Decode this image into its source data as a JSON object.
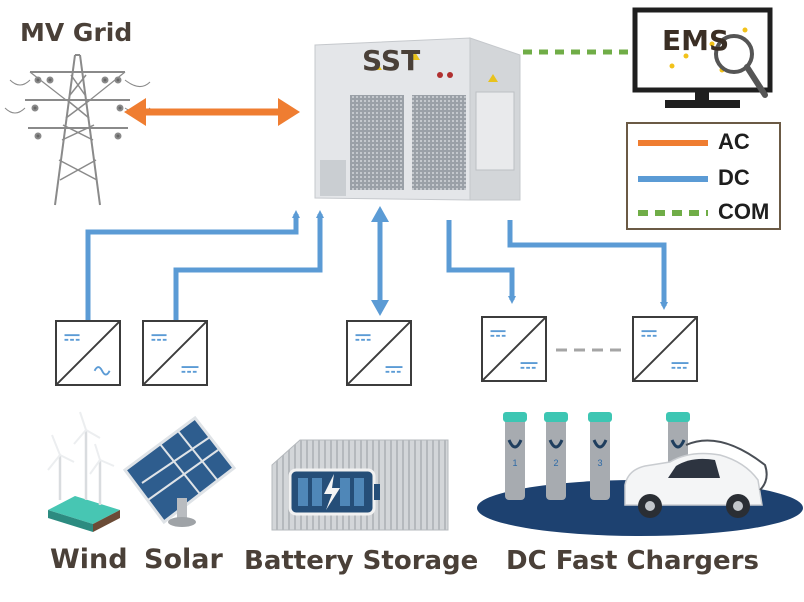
{
  "labels": {
    "mv_grid": "MV Grid",
    "sst": "SST",
    "ems": "EMS",
    "wind": "Wind",
    "solar": "Solar",
    "battery_storage": "Battery Storage",
    "dc_fast_chargers": "DC Fast Chargers"
  },
  "legend": [
    {
      "label": "AC",
      "color": "#ef7d31",
      "style": "solid"
    },
    {
      "label": "DC",
      "color": "#5b9bd5",
      "style": "solid"
    },
    {
      "label": "COM",
      "color": "#70ad47",
      "style": "dashed"
    }
  ],
  "charger_numbers": [
    "1",
    "2",
    "3"
  ],
  "colors": {
    "ac": "#ef7d31",
    "dc": "#5b9bd5",
    "com": "#70ad47",
    "label_text": "#4a4038",
    "tower": "#8a8a8a",
    "sst_cabinet": "#e9eaec",
    "charger_base": "#1d4170"
  },
  "icons": [
    "transmission-tower-icon",
    "sst-cabinet-icon",
    "ems-monitor-icon",
    "wind-turbine-icon",
    "solar-panel-icon",
    "battery-container-icon",
    "charger-icon",
    "electric-car-icon"
  ]
}
